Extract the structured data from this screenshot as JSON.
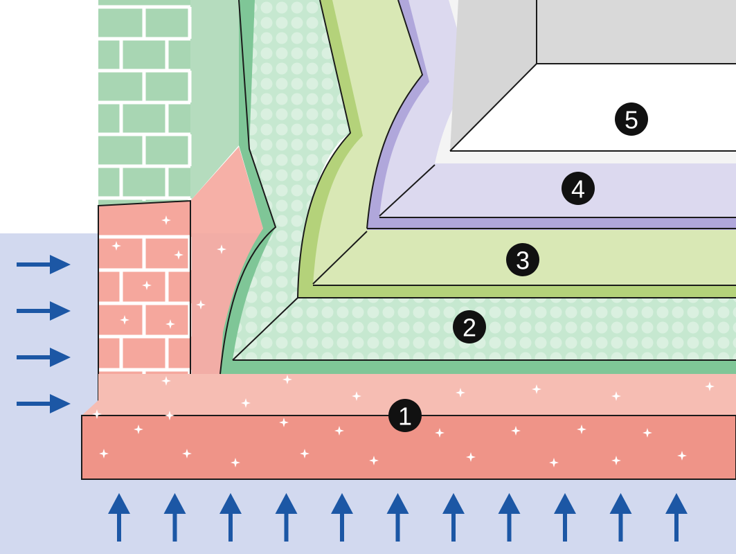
{
  "diagram": {
    "kind": "waterproofing-layers-cross-section",
    "colors": {
      "water": "#d2d9ef",
      "arrow": "#1c57a5",
      "slab_top": "#f6bdb3",
      "slab_front": "#ef9488",
      "brick_red": "#f5a79d",
      "brick_green": "#a8d6b3",
      "layer2": "#c6e8d0",
      "layer2_rim": "#7fc697",
      "layer3": "#d9e8b5",
      "layer3_rim": "#b4d27a",
      "layer4": "#dcd9ef",
      "layer4_rim": "#b0a7db",
      "layer5": "#f4f4f4",
      "layer5_wall": "#d6d6d6",
      "badge": "#111111",
      "outline": "#1a1a1a"
    },
    "pressure_arrows": {
      "horizontal_count": 4,
      "vertical_count": 11,
      "direction_side": "right",
      "direction_bottom": "up"
    },
    "layers": [
      {
        "number": "1",
        "name-icon": "foundation-slab"
      },
      {
        "number": "2",
        "name-icon": "textured-coating-layer"
      },
      {
        "number": "3",
        "name-icon": "green-membrane-layer"
      },
      {
        "number": "4",
        "name-icon": "purple-membrane-layer"
      },
      {
        "number": "5",
        "name-icon": "interior-finish-layer"
      }
    ]
  }
}
